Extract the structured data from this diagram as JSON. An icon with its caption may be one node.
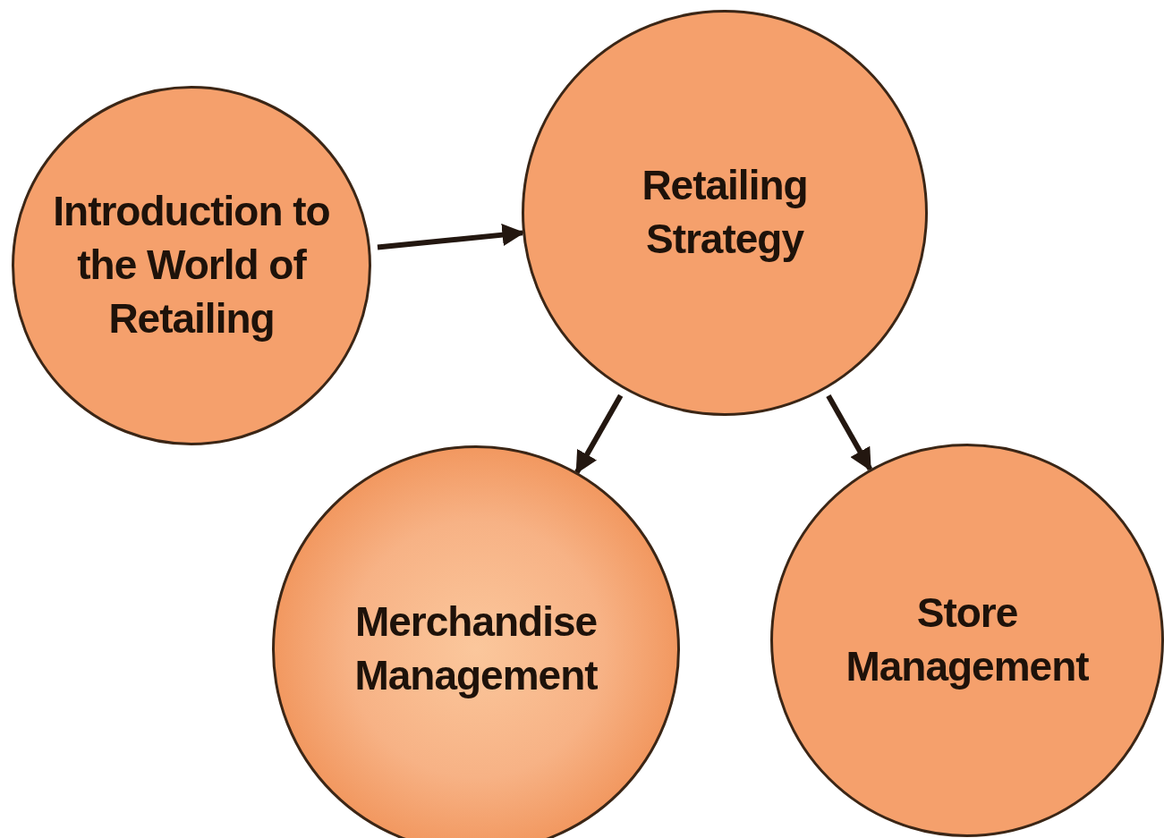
{
  "diagram": {
    "nodes": [
      {
        "text": [
          "Introduction to the World of Retailing"
        ]
      },
      {
        "text": [
          "Retailing Strategy"
        ]
      },
      {
        "text": [
          "Merchandise Management"
        ]
      },
      {
        "text": [
          "Store Management"
        ]
      }
    ],
    "edges": [
      {
        "from": 0,
        "to": 1,
        "arrow": "to"
      },
      {
        "from": 1,
        "to": 2,
        "arrow": "to"
      },
      {
        "from": 1,
        "to": 3,
        "arrow": "to"
      }
    ]
  }
}
